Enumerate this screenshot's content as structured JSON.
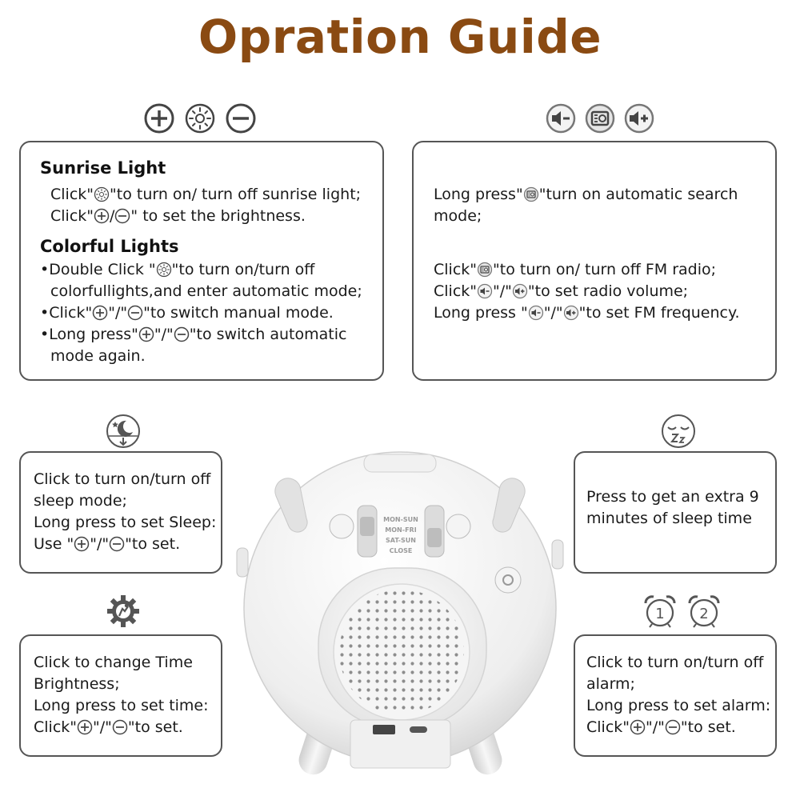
{
  "title": "Opration Guide",
  "sunrise": {
    "heading": "Sunrise Light",
    "l1a": "Click\"",
    "l1b": "\"to turn on/ turn off sunrise light;",
    "l2a": "Click\"",
    "l2b": "/",
    "l2c": "\" to set the brightness."
  },
  "colorful": {
    "heading": "Colorful Lights",
    "l1a": "•Double Click \"",
    "l1b": "\"to turn on/turn off",
    "l1c": "colorfullights,and enter automatic mode;",
    "l2a": "•Click\"",
    "l2b": "\"/\"",
    "l2c": "\"to switch manual mode.",
    "l3a": "•Long press\"",
    "l3b": "\"/\"",
    "l3c": "\"to switch automatic",
    "l3d": "mode again."
  },
  "radio": {
    "l1a": "Long press\"",
    "l1b": "\"turn on automatic search",
    "l1c": "mode;",
    "l2a": "Click\"",
    "l2b": "\"to turn on/ turn off FM radio;",
    "l3a": "Click\"",
    "l3b": "\"/\"",
    "l3c": "\"to set radio volume;",
    "l4a": "Long press \"",
    "l4b": "\"/\"",
    "l4c": "\"to set FM frequency."
  },
  "sleep": {
    "l1": "Click to turn on/turn off",
    "l2": "sleep mode;",
    "l3": "Long press to set Sleep:",
    "l4a": "Use \"",
    "l4b": "\"/\"",
    "l4c": "\"to set."
  },
  "snooze": {
    "l1": "Press to get an extra 9",
    "l2": "minutes of sleep time"
  },
  "time": {
    "l1": "Click to change Time",
    "l2": "Brightness;",
    "l3": "Long press to set time:",
    "l4a": "Click\"",
    "l4b": "\"/\"",
    "l4c": "\"to set."
  },
  "alarm": {
    "l1": "Click to turn on/turn off",
    "l2": "alarm;",
    "l3": "Long press to set alarm:",
    "l4a": "Click\"",
    "l4b": "\"/\"",
    "l4c": "\"to set."
  },
  "device": {
    "sw1": "MON-SUN",
    "sw2": "MON-FRI",
    "sw3": "SAT-SUN",
    "sw4": "CLOSE"
  },
  "alarm_icon_1": "1",
  "alarm_icon_2": "2",
  "colors": {
    "title": "#8a4a12",
    "border": "#555555",
    "icon": "#444444"
  }
}
